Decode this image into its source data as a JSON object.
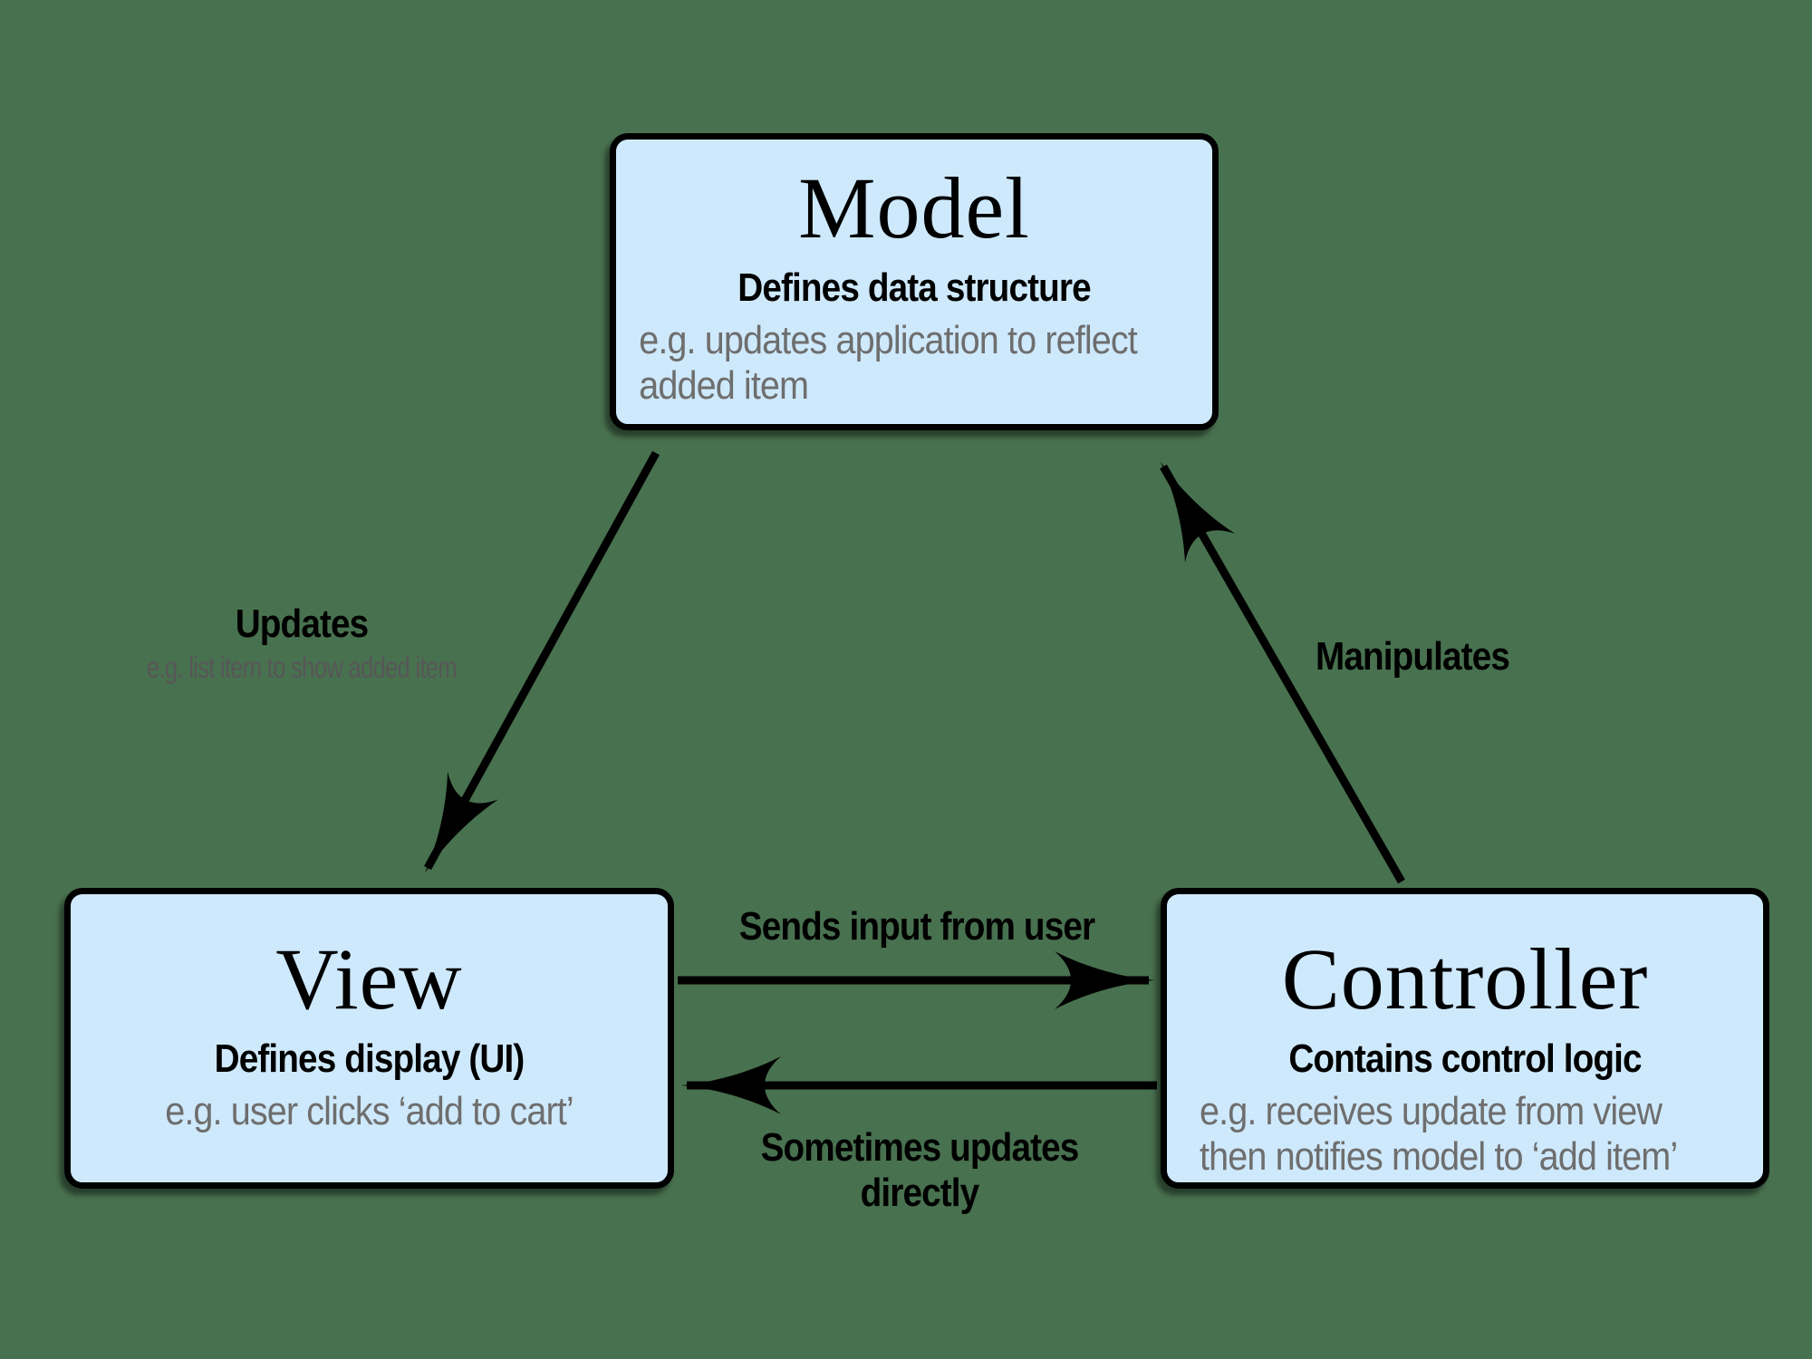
{
  "diagram_title": "Model-View-Controller diagram",
  "colors": {
    "background": "#48714F",
    "box_fill": "#CEE9FC",
    "box_border": "#000000",
    "text_primary": "#000000",
    "text_secondary": "#6E6E6E"
  },
  "boxes": {
    "model": {
      "title": "Model",
      "subtitle": "Defines data structure",
      "example_line1": "e.g. updates application to reflect",
      "example_line2": "added item"
    },
    "view": {
      "title": "View",
      "subtitle": "Defines display (UI)",
      "example_line1": "e.g. user clicks ‘add to cart’"
    },
    "controller": {
      "title": "Controller",
      "subtitle": "Contains control logic",
      "example_line1": "e.g. receives update from view",
      "example_line2": "then notifies model to ‘add item’"
    }
  },
  "arrows": {
    "model_to_view": {
      "label": "Updates",
      "sublabel": "e.g. list item to show added item"
    },
    "controller_to_model": {
      "label": "Manipulates"
    },
    "view_to_controller": {
      "label": "Sends input from user"
    },
    "controller_to_view": {
      "label": "Sometimes updates directly"
    }
  }
}
